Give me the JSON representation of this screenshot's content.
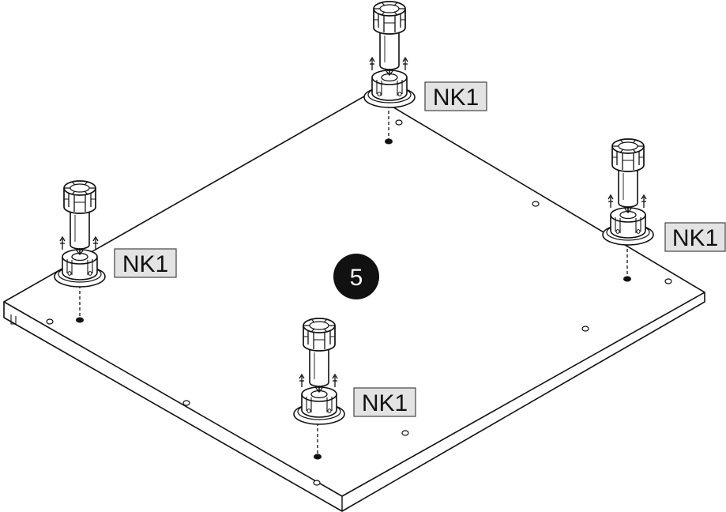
{
  "step_number": "5",
  "parts": [
    {
      "code": "NK1"
    },
    {
      "code": "NK1"
    },
    {
      "code": "NK1"
    },
    {
      "code": "NK1"
    }
  ],
  "colors": {
    "line": "#111111",
    "label_fill": "#e3e3e3",
    "label_border": "#444444",
    "badge": "#111111",
    "badge_text": "#ffffff"
  }
}
